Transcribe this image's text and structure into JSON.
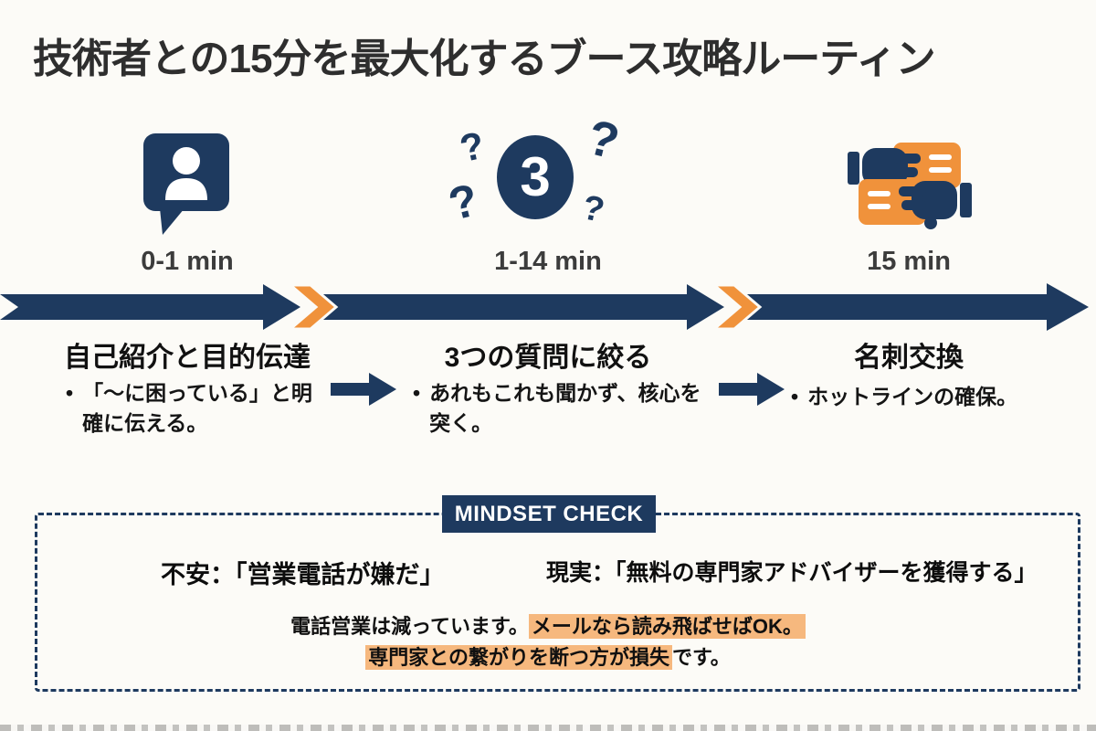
{
  "title": "技術者との15分を最大化するブース攻略ルーティン",
  "colors": {
    "navy": "#1e3a5f",
    "orange": "#f0923b",
    "highlight": "#f6b87e",
    "background": "#fcfbf7",
    "text": "#1c1c1c"
  },
  "icons": {
    "question_mark": "?",
    "bullet_glyph": "•"
  },
  "stages": [
    {
      "icon": "speech-bubble-person-icon",
      "time": "0-1 min",
      "heading": "自己紹介と目的伝達",
      "bullet": "「〜に困っている」と明確に伝える。"
    },
    {
      "icon": "three-questions-icon",
      "icon_number": "3",
      "time": "1-14 min",
      "heading": "3つの質問に絞る",
      "bullet": "あれもこれも聞かず、核心を突く。"
    },
    {
      "icon": "card-exchange-icon",
      "time": "15 min",
      "heading": "名刺交換",
      "bullet": "ホットラインの確保。"
    }
  ],
  "mindset": {
    "badge": "MINDSET CHECK",
    "fear_label": "不安：「営業電話が嫌だ」",
    "reality_label": "現実：「無料の専門家アドバイザーを獲得する」",
    "note1_normal": "電話営業は減っています。",
    "note1_highlight": "メールなら読み飛ばせばOK。",
    "note2_highlight": "専門家との繋がりを断つ方が損失",
    "note2_normal": "です。"
  }
}
